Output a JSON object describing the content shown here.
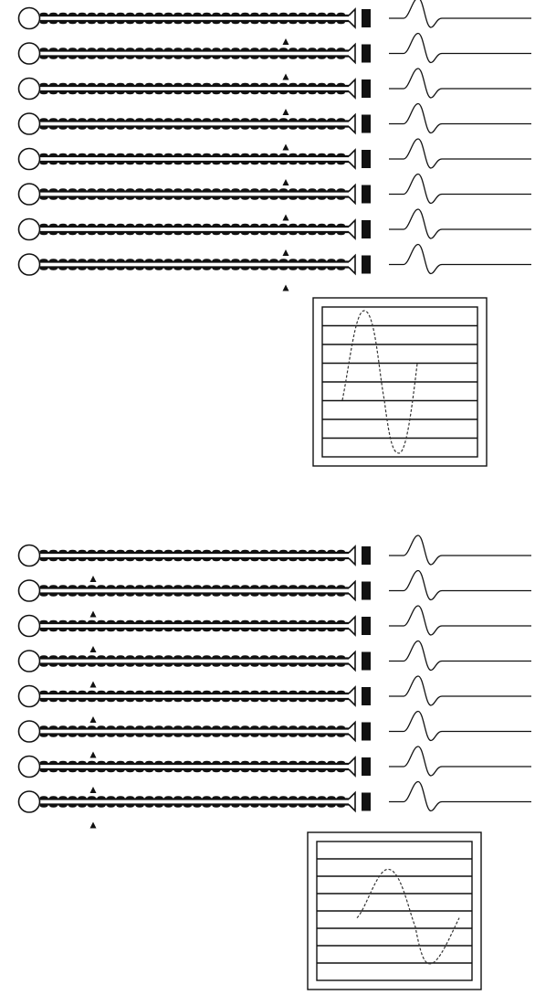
{
  "figure": {
    "panels": [
      {
        "id": "top",
        "rows": 8,
        "arrow_columns": [
          "right"
        ],
        "scope_trace": "early-large"
      },
      {
        "id": "bottom",
        "rows": 8,
        "arrow_columns": [
          "left"
        ],
        "scope_trace": "late-shifted"
      }
    ],
    "colors": {
      "ink": "#111111",
      "paper": "#ffffff",
      "trace": "#333333"
    }
  }
}
